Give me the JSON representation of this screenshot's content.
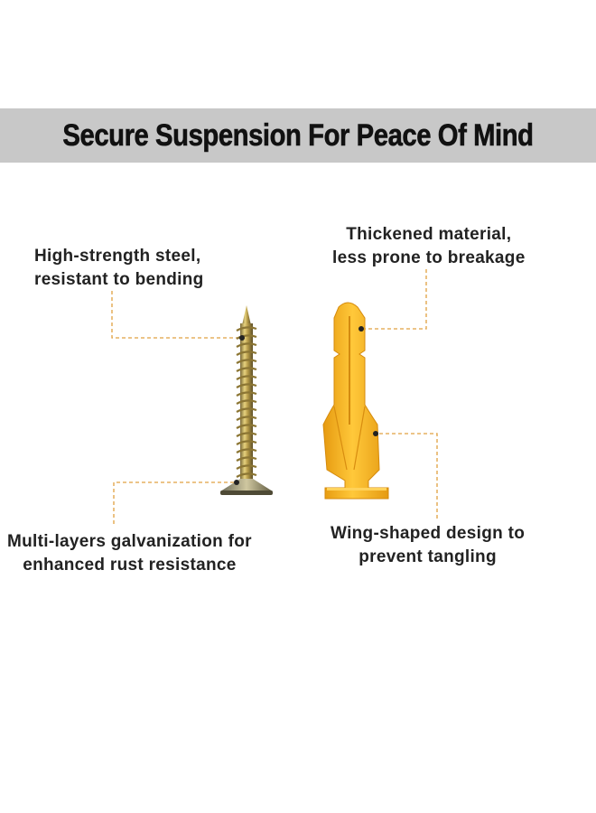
{
  "banner": {
    "title": "Secure Suspension For Peace Of Mind",
    "background": "#c8c8c8"
  },
  "callouts": {
    "steel": {
      "line1": "High-strength steel,",
      "line2": "resistant to bending"
    },
    "thick": {
      "line1": "Thickened material,",
      "line2": "less prone to breakage"
    },
    "galvanization": {
      "line1": "Multi-layers galvanization for",
      "line2": "enhanced rust resistance"
    },
    "wing": {
      "line1": "Wing-shaped design to",
      "line2": "prevent tangling"
    }
  },
  "colors": {
    "leader_line": "#e0a040",
    "anchor_yellow": "#f5b31a",
    "screw_gold": "#c2a24a"
  },
  "images": {
    "screw": "screw-image",
    "anchor": "plastic-anchor-image"
  }
}
